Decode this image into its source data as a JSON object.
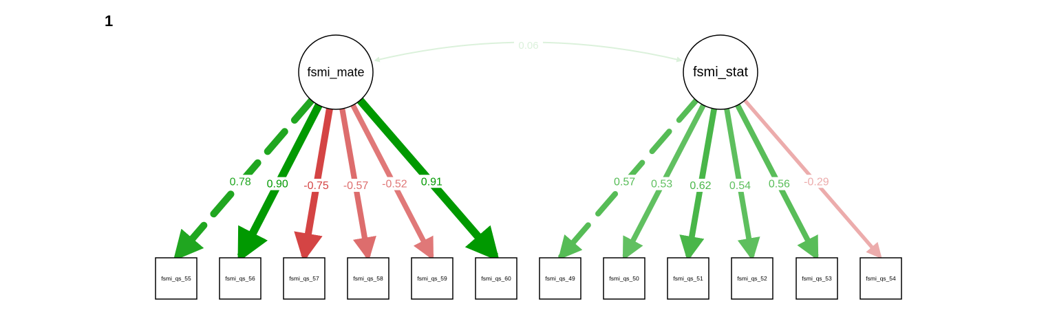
{
  "panel_label": "1",
  "latents": [
    {
      "id": "fsmi_mate",
      "label": "fsmi_mate"
    },
    {
      "id": "fsmi_stat",
      "label": "fsmi_stat"
    }
  ],
  "indicators": [
    {
      "id": "fsmi_qs_55",
      "label": "fsmi_qs_55"
    },
    {
      "id": "fsmi_qs_56",
      "label": "fsmi_qs_56"
    },
    {
      "id": "fsmi_qs_57",
      "label": "fsmi_qs_57"
    },
    {
      "id": "fsmi_qs_58",
      "label": "fsmi_qs_58"
    },
    {
      "id": "fsmi_qs_59",
      "label": "fsmi_qs_59"
    },
    {
      "id": "fsmi_qs_60",
      "label": "fsmi_qs_60"
    },
    {
      "id": "fsmi_qs_49",
      "label": "fsmi_qs_49"
    },
    {
      "id": "fsmi_qs_50",
      "label": "fsmi_qs_50"
    },
    {
      "id": "fsmi_qs_51",
      "label": "fsmi_qs_51"
    },
    {
      "id": "fsmi_qs_52",
      "label": "fsmi_qs_52"
    },
    {
      "id": "fsmi_qs_53",
      "label": "fsmi_qs_53"
    },
    {
      "id": "fsmi_qs_54",
      "label": "fsmi_qs_54"
    }
  ],
  "loadings": [
    {
      "from": "fsmi_mate",
      "to": "fsmi_qs_55",
      "value": 0.78,
      "label": "0.78",
      "dashed": true
    },
    {
      "from": "fsmi_mate",
      "to": "fsmi_qs_56",
      "value": 0.9,
      "label": "0.90",
      "dashed": false
    },
    {
      "from": "fsmi_mate",
      "to": "fsmi_qs_57",
      "value": -0.75,
      "label": "-0.75",
      "dashed": false
    },
    {
      "from": "fsmi_mate",
      "to": "fsmi_qs_58",
      "value": -0.57,
      "label": "-0.57",
      "dashed": false
    },
    {
      "from": "fsmi_mate",
      "to": "fsmi_qs_59",
      "value": -0.52,
      "label": "-0.52",
      "dashed": false
    },
    {
      "from": "fsmi_mate",
      "to": "fsmi_qs_60",
      "value": 0.91,
      "label": "0.91",
      "dashed": false
    },
    {
      "from": "fsmi_stat",
      "to": "fsmi_qs_49",
      "value": 0.57,
      "label": "0.57",
      "dashed": true
    },
    {
      "from": "fsmi_stat",
      "to": "fsmi_qs_50",
      "value": 0.53,
      "label": "0.53",
      "dashed": false
    },
    {
      "from": "fsmi_stat",
      "to": "fsmi_qs_51",
      "value": 0.62,
      "label": "0.62",
      "dashed": false
    },
    {
      "from": "fsmi_stat",
      "to": "fsmi_qs_52",
      "value": 0.54,
      "label": "0.54",
      "dashed": false
    },
    {
      "from": "fsmi_stat",
      "to": "fsmi_qs_53",
      "value": 0.56,
      "label": "0.56",
      "dashed": false
    },
    {
      "from": "fsmi_stat",
      "to": "fsmi_qs_54",
      "value": -0.29,
      "label": "-0.29",
      "dashed": false
    }
  ],
  "covariance": {
    "from": "fsmi_mate",
    "to": "fsmi_stat",
    "value": 0.06,
    "label": "0.06"
  },
  "colors": {
    "positive": "#009900",
    "negative": "#cc2222",
    "node_stroke": "#000000",
    "text": "#000000"
  }
}
